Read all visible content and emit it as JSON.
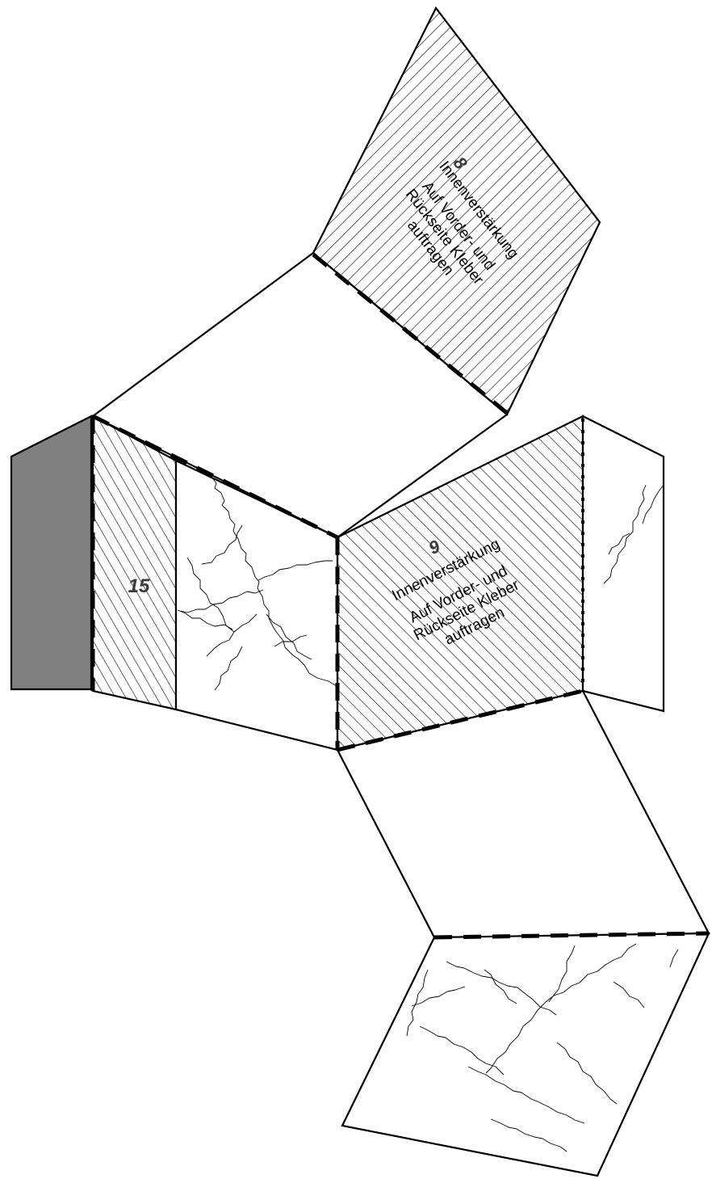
{
  "pieces": {
    "piece8": {
      "number": "8",
      "title": "Innenverstärkung",
      "line1": "Auf Vorder- und",
      "line2": "Rückseite Kleber",
      "line3": "auftragen"
    },
    "piece9": {
      "number": "9",
      "title": "Innenverstärkung",
      "line1": "Auf Vorder- und",
      "line2": "Rückseite Kleber",
      "line3": "auftragen"
    },
    "piece15": {
      "number": "15"
    }
  },
  "colors": {
    "line": "#000000",
    "gray_tab": "#808080",
    "label_number": "#3a3a3a"
  }
}
